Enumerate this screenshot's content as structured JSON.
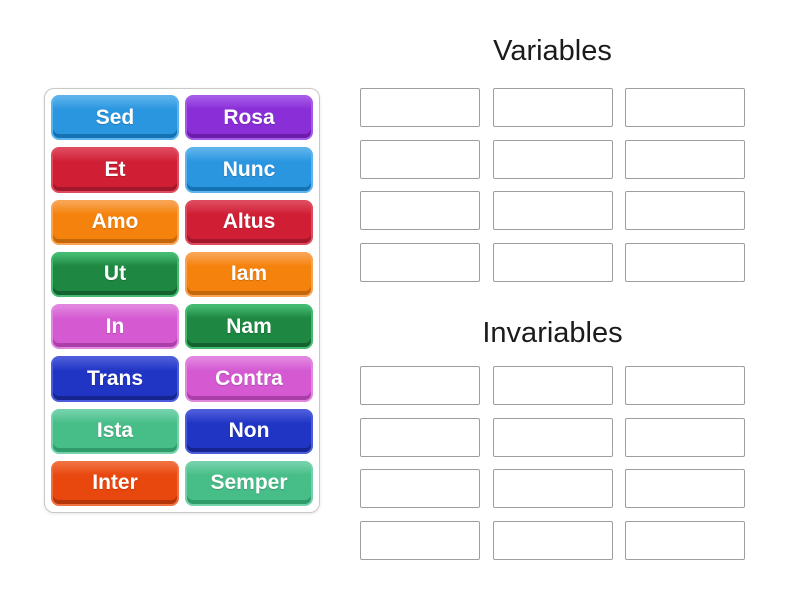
{
  "page": {
    "background": "#ffffff"
  },
  "word_bank": {
    "tiles": [
      {
        "label": "Sed",
        "color": "blue"
      },
      {
        "label": "Rosa",
        "color": "purple"
      },
      {
        "label": "Et",
        "color": "crimson"
      },
      {
        "label": "Nunc",
        "color": "blue"
      },
      {
        "label": "Amo",
        "color": "orange"
      },
      {
        "label": "Altus",
        "color": "crimson"
      },
      {
        "label": "Ut",
        "color": "green"
      },
      {
        "label": "Iam",
        "color": "orange"
      },
      {
        "label": "In",
        "color": "orchid"
      },
      {
        "label": "Nam",
        "color": "green"
      },
      {
        "label": "Trans",
        "color": "royalblue"
      },
      {
        "label": "Contra",
        "color": "orchid"
      },
      {
        "label": "Ista",
        "color": "seagreen"
      },
      {
        "label": "Non",
        "color": "royalblue"
      },
      {
        "label": "Inter",
        "color": "orangered"
      },
      {
        "label": "Semper",
        "color": "seagreen"
      }
    ]
  },
  "palette": {
    "blue": {
      "fill": "#2b96e0",
      "light": "#5db3ec",
      "dark": "#1472b2"
    },
    "purple": {
      "fill": "#8a2ed8",
      "light": "#a55ae8",
      "dark": "#6a1cab"
    },
    "crimson": {
      "fill": "#d01f35",
      "light": "#de4a5e",
      "dark": "#a3172a"
    },
    "orange": {
      "fill": "#f5820d",
      "light": "#f8a452",
      "dark": "#c4660a"
    },
    "green": {
      "fill": "#1e8742",
      "light": "#43bb70",
      "dark": "#156231"
    },
    "orchid": {
      "fill": "#d55ad2",
      "light": "#e287e0",
      "dark": "#ab3fa9"
    },
    "royalblue": {
      "fill": "#2135c5",
      "light": "#4d5cda",
      "dark": "#16248f"
    },
    "seagreen": {
      "fill": "#47bd88",
      "light": "#74d2ab",
      "dark": "#2f9a6a"
    },
    "orangered": {
      "fill": "#e8470e",
      "light": "#f0703f",
      "dark": "#b5360b"
    }
  },
  "groups": [
    {
      "label": "Variables",
      "slot_count": 12
    },
    {
      "label": "Invariables",
      "slot_count": 12
    }
  ]
}
